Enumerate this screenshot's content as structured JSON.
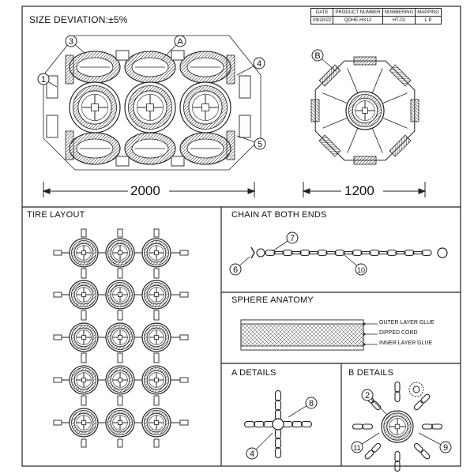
{
  "header": {
    "size_deviation": "SIZE DEVIATION:±5%",
    "table": {
      "headers": [
        "DATE",
        "PRODUCT NUMBER",
        "NUMBERING",
        "MAPPING"
      ],
      "values": [
        "09/20/22",
        "QDHE-HX12",
        "HT-02",
        "L  P"
      ]
    }
  },
  "dimensions": {
    "length": "2000",
    "diameter": "1200"
  },
  "sections": {
    "tire_layout": "TIRE LAYOUT",
    "chain_both_ends": "CHAIN AT BOTH ENDS",
    "sphere_anatomy": "SPHERE ANATOMY",
    "a_details": "A DETAILS",
    "b_details": "B DETAILS"
  },
  "sphere_layers": [
    "OUTER LAYER GLUE",
    "DIPPED CORD",
    "INNER LAYER GLUE"
  ],
  "callouts": {
    "c1": "1",
    "c2": "2",
    "c3": "3",
    "c4": "4",
    "c5": "5",
    "c6": "6",
    "c7": "7",
    "c8": "8",
    "c9": "9",
    "c10": "10",
    "c11": "11",
    "cA": "A",
    "cB": "B"
  }
}
